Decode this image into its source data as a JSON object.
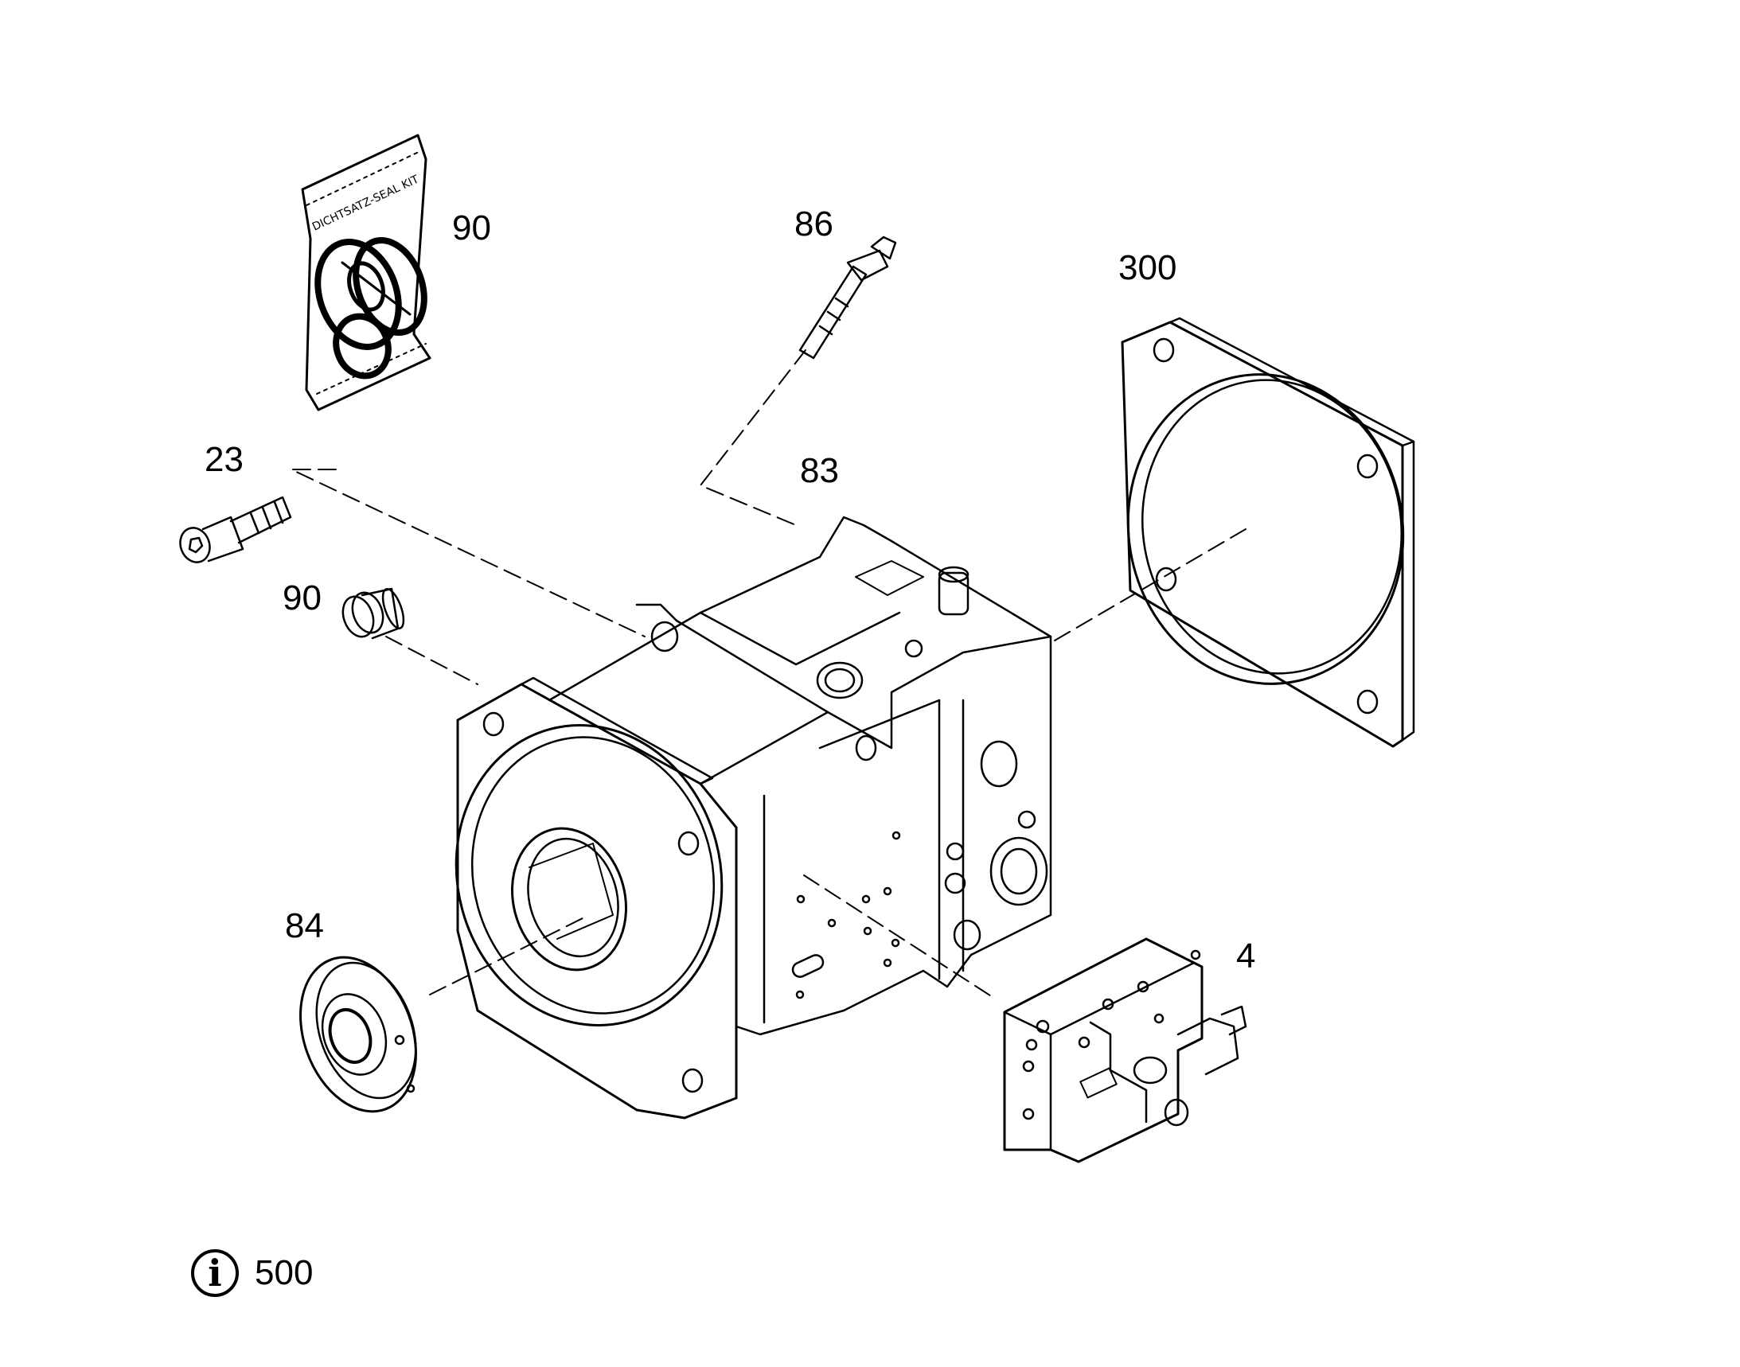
{
  "callouts": {
    "seal_kit": "90",
    "fitting": "86",
    "flange_plate": "300",
    "screw": "23",
    "pump_body": "83",
    "plug": "90",
    "shaft_seal": "84",
    "control_valve": "4"
  },
  "seal_kit_bag_text": "DICHTSATZ-SEAL KIT",
  "info": {
    "icon": "info-icon",
    "glyph": "i",
    "reference": "500"
  }
}
